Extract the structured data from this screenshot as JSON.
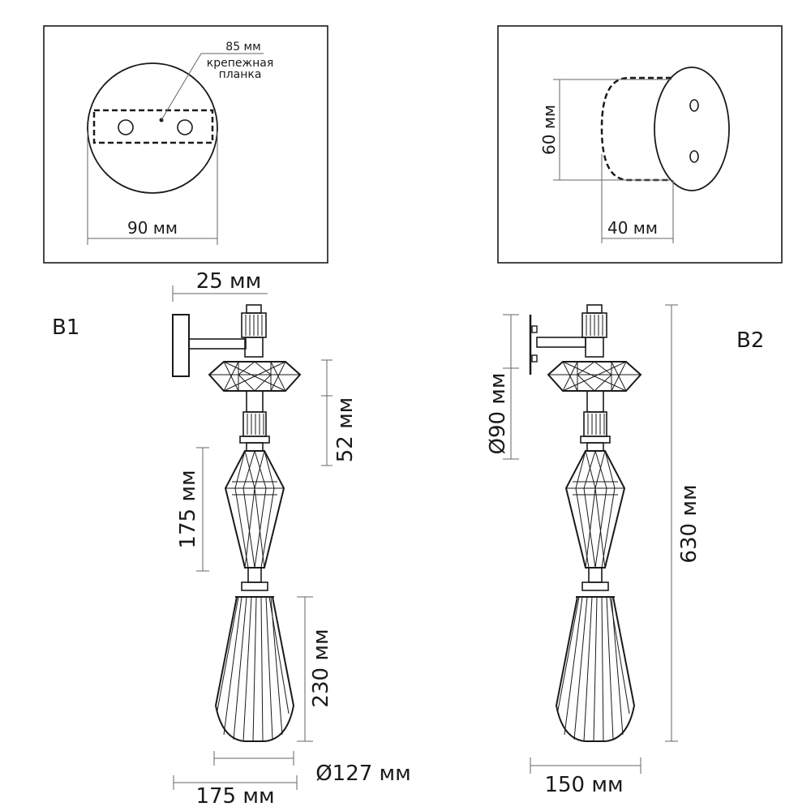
{
  "mount_front": {
    "dim_label": "85 мм",
    "note_line1": "крепежная",
    "note_line2": "планка",
    "width_label": "90 мм"
  },
  "mount_side": {
    "height_label": "60 мм",
    "depth_label": "40 мм"
  },
  "view_b1": {
    "tag": "B1",
    "arm_label": "25 мм",
    "ring_label": "52 мм",
    "crystal_label": "175 мм",
    "shade_label": "230 мм",
    "shade_diameter_label": "Ø127 мм",
    "reach_label": "175 мм"
  },
  "view_b2": {
    "tag": "B2",
    "base_diameter_label": "Ø90 мм",
    "height_label": "630 мм",
    "width_label": "150 мм"
  }
}
